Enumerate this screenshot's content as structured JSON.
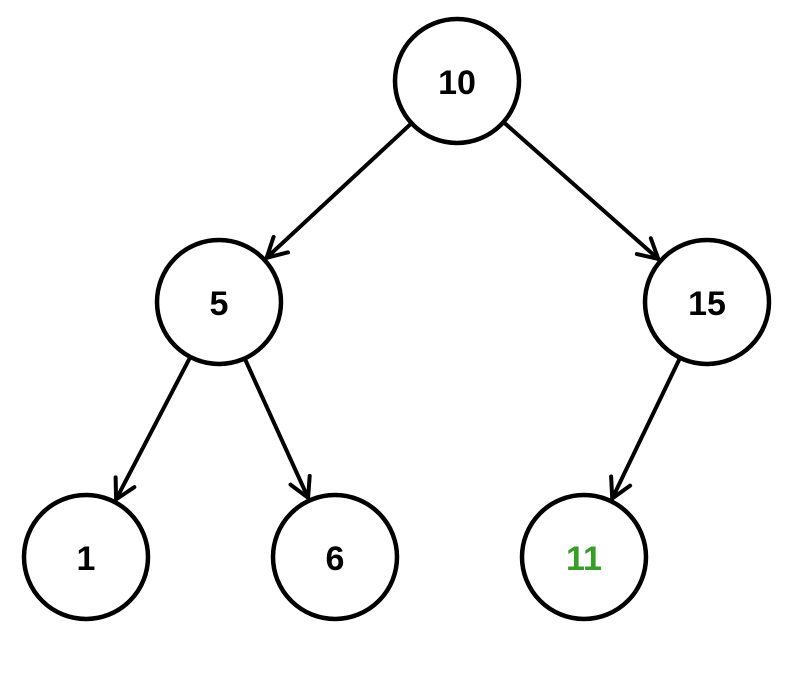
{
  "tree": {
    "nodes": [
      {
        "id": "n10",
        "label": "10",
        "color": "#000000"
      },
      {
        "id": "n5",
        "label": "5",
        "color": "#000000"
      },
      {
        "id": "n15",
        "label": "15",
        "color": "#000000"
      },
      {
        "id": "n1",
        "label": "1",
        "color": "#000000"
      },
      {
        "id": "n6",
        "label": "6",
        "color": "#000000"
      },
      {
        "id": "n11",
        "label": "11",
        "color": "#3a9a2a"
      }
    ],
    "edges": [
      {
        "from": "n10",
        "to": "n5"
      },
      {
        "from": "n10",
        "to": "n15"
      },
      {
        "from": "n5",
        "to": "n1"
      },
      {
        "from": "n5",
        "to": "n6"
      },
      {
        "from": "n15",
        "to": "n11"
      }
    ]
  }
}
